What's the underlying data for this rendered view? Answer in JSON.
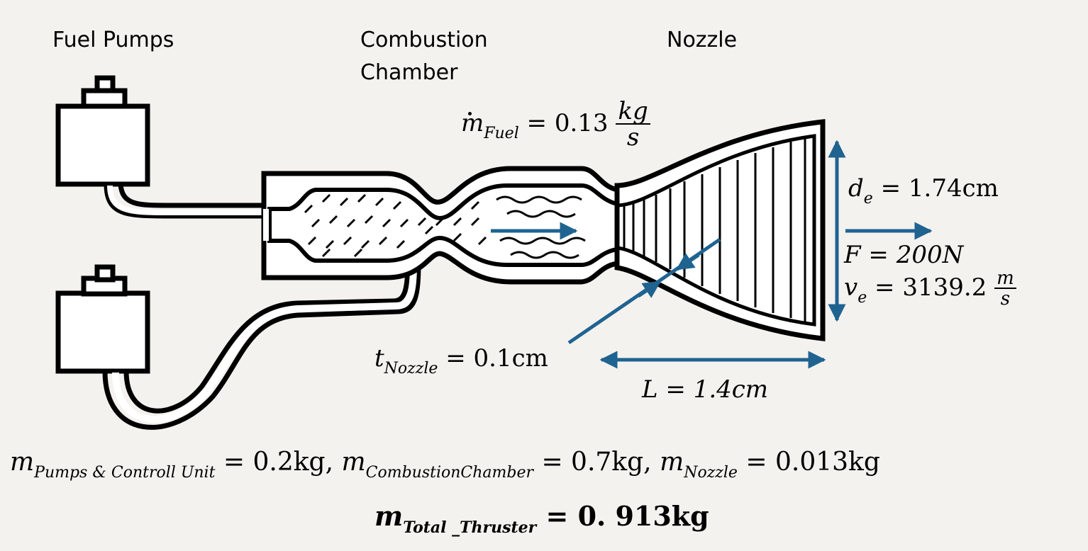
{
  "labels": {
    "fuel_pumps": "Fuel Pumps",
    "combustion_line1": "Combustion",
    "combustion_line2": "Chamber",
    "nozzle": "Nozzle"
  },
  "annotations": {
    "m_fuel": {
      "symbol": "m",
      "sub": "Fuel",
      "eq": " = 0.13",
      "unit_num": "kg",
      "unit_den": "s"
    },
    "d_e": {
      "symbol": "d",
      "sub": "e",
      "eq": " = 1.74cm"
    },
    "force": {
      "text": "F = 200N"
    },
    "v_e": {
      "symbol": "v",
      "sub": "e",
      "eq": " = 3139.2",
      "unit_num": "m",
      "unit_den": "s"
    },
    "t_nozzle": {
      "symbol": "t",
      "sub": "Nozzle",
      "eq": " = 0.1cm"
    },
    "length": {
      "text": "L = 1.4cm"
    }
  },
  "masses": {
    "pumps": {
      "symbol": "m",
      "sub": "Pumps & Controll Unit",
      "eq": " = 0.2kg,"
    },
    "chamber": {
      "symbol": "m",
      "sub": "CombustionChamber",
      "eq": " = 0.7kg,"
    },
    "nozzle": {
      "symbol": "m",
      "sub": "Nozzle",
      "eq": " = 0.013kg"
    },
    "total": {
      "symbol": "m",
      "sub": "Total _Thruster",
      "eq": " = 0. 913kg"
    }
  },
  "colors": {
    "arrow": "#1f6391",
    "ink": "#000000",
    "background": "#f4f2ee"
  }
}
